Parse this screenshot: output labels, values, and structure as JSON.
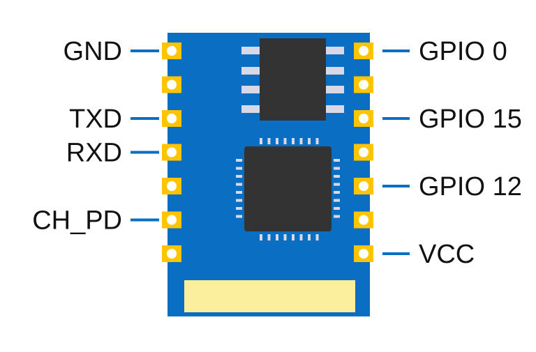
{
  "module": {
    "left_pins": [
      {
        "label": "GND",
        "connected": true
      },
      {
        "label": "",
        "connected": false
      },
      {
        "label": "TXD",
        "connected": true
      },
      {
        "label": "RXD",
        "connected": true
      },
      {
        "label": "",
        "connected": false
      },
      {
        "label": "CH_PD",
        "connected": true
      },
      {
        "label": "",
        "connected": false
      }
    ],
    "right_pins": [
      {
        "label": "GPIO 0",
        "connected": true
      },
      {
        "label": "",
        "connected": false
      },
      {
        "label": "GPIO 15",
        "connected": true
      },
      {
        "label": "",
        "connected": false
      },
      {
        "label": "GPIO 12",
        "connected": true
      },
      {
        "label": "",
        "connected": false
      },
      {
        "label": "VCC",
        "connected": true
      }
    ],
    "colors": {
      "board": "#0a6fc2",
      "pad": "#ffc400",
      "chip": "#333333",
      "chip_leads": "#d8d8e6",
      "antenna": "#fbef9e",
      "lead_line": "#0a6fc2",
      "label_text": "#111111"
    }
  }
}
